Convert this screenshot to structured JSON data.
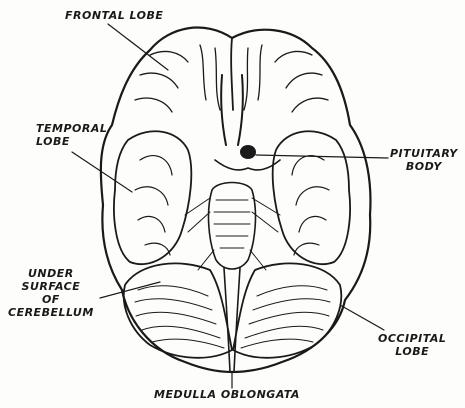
{
  "labels": {
    "frontal_lobe": "FRONTAL LOBE",
    "temporal_lobe": [
      "TEMPORAL",
      "LOBE"
    ],
    "pituitary_body": [
      "PITUITARY",
      "BODY"
    ],
    "under_surface_of_cerebellum": [
      "UNDER",
      "SURFACE",
      "OF",
      "CEREBELLUM"
    ],
    "occipital_lobe": [
      "OCCIPITAL",
      "LOBE"
    ],
    "medulla_oblongata": "MEDULLA OBLONGATA"
  },
  "colors": {
    "ink": "#1a1a1a",
    "paper": "#fdfdfb",
    "shade": "#cfcfcf"
  }
}
